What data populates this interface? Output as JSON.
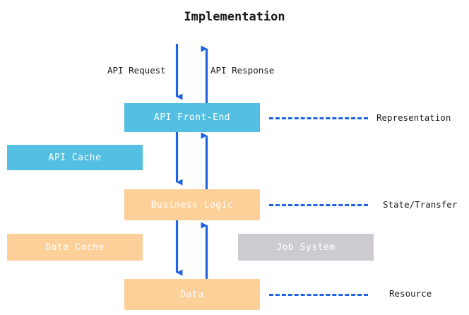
{
  "diagram": {
    "title": "Implementation",
    "colors": {
      "blue_fill": "#53bfe2",
      "orange_fill": "#fdcf99",
      "grey_fill": "#cdcad0",
      "arrow_blue": "#1f63e0",
      "text_dark": "#1a1a1a",
      "box_text": "#ffffff"
    },
    "boxes": [
      {
        "id": "api-front-end",
        "label": "API Front-End",
        "color": "blue"
      },
      {
        "id": "api-cache",
        "label": "API Cache",
        "color": "blue"
      },
      {
        "id": "business-logic",
        "label": "Business Logic",
        "color": "orange"
      },
      {
        "id": "data-cache",
        "label": "Data Cache",
        "color": "orange"
      },
      {
        "id": "job-system",
        "label": "Job System",
        "color": "grey"
      },
      {
        "id": "data",
        "label": "Data",
        "color": "orange"
      }
    ],
    "arrow_labels": [
      {
        "id": "api-request",
        "label": "API Request",
        "direction": "down"
      },
      {
        "id": "api-response",
        "label": "API Response",
        "direction": "up"
      }
    ],
    "side_labels": [
      {
        "id": "representation",
        "label": "Representation"
      },
      {
        "id": "state-transfer",
        "label": "State/Transfer"
      },
      {
        "id": "resource",
        "label": "Resource"
      }
    ]
  }
}
